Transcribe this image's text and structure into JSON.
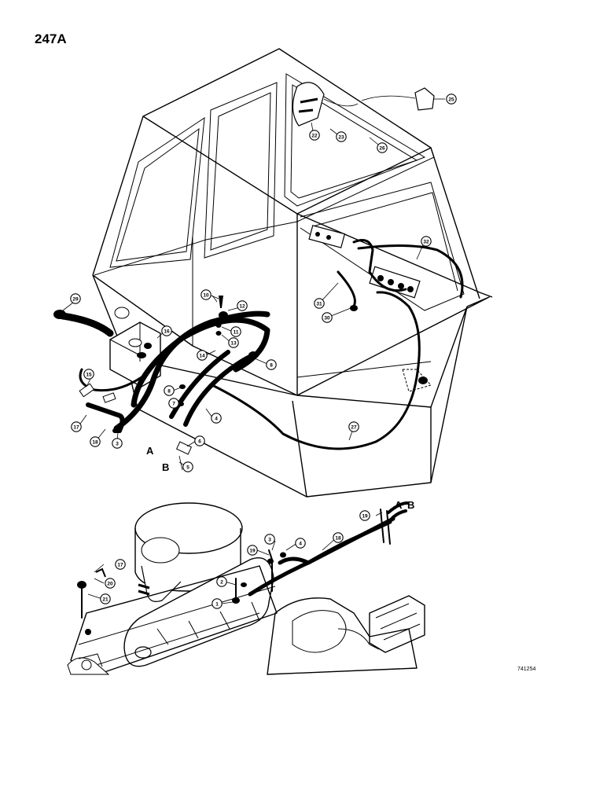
{
  "page_number": "247A",
  "figure_number": "741254",
  "connection_labels": {
    "a": "A",
    "b": "B"
  },
  "callouts": {
    "c1": "1",
    "c2": "2",
    "c3": "3",
    "c3b": "3",
    "c4": "4",
    "c4b": "4",
    "c5": "5",
    "c6": "6",
    "c7": "7",
    "c8": "8",
    "c9": "8",
    "c10": "10",
    "c11": "11",
    "c12": "12",
    "c13": "13",
    "c14": "14",
    "c15": "15",
    "c16": "16",
    "c17": "17",
    "c17b": "17",
    "c18": "18",
    "c18b": "18",
    "c19": "19",
    "c19b": "19",
    "c20": "20",
    "c21": "21",
    "c22": "22",
    "c23": "23",
    "c25": "25",
    "c26": "26",
    "c27": "27",
    "c29": "29",
    "c30": "30",
    "c31": "31",
    "c32": "32"
  }
}
